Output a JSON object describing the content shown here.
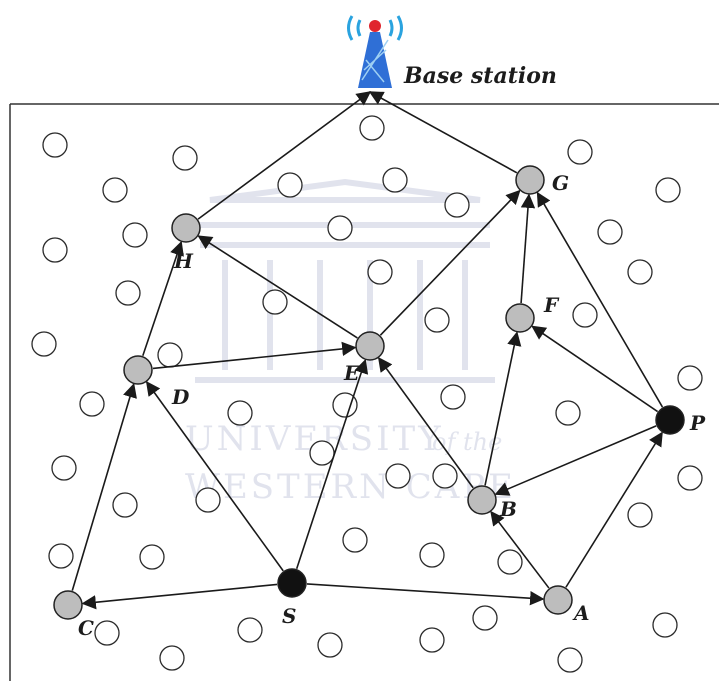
{
  "base_station": {
    "label": "Base station"
  },
  "watermark": {
    "line1": "UNIVERSITY",
    "line1_suffix": "of the",
    "line2": "WESTERN CAPE"
  },
  "nodes": [
    {
      "id": "H",
      "label": "H",
      "kind": "relay"
    },
    {
      "id": "D",
      "label": "D",
      "kind": "relay"
    },
    {
      "id": "E",
      "label": "E",
      "kind": "relay"
    },
    {
      "id": "G",
      "label": "G",
      "kind": "relay"
    },
    {
      "id": "F",
      "label": "F",
      "kind": "relay"
    },
    {
      "id": "B",
      "label": "B",
      "kind": "relay"
    },
    {
      "id": "A",
      "label": "A",
      "kind": "relay"
    },
    {
      "id": "C",
      "label": "C",
      "kind": "relay"
    },
    {
      "id": "S",
      "label": "S",
      "kind": "source"
    },
    {
      "id": "P",
      "label": "P",
      "kind": "source"
    }
  ],
  "edges": [
    [
      "S",
      "C"
    ],
    [
      "S",
      "A"
    ],
    [
      "S",
      "D"
    ],
    [
      "S",
      "E"
    ],
    [
      "C",
      "D"
    ],
    [
      "D",
      "H"
    ],
    [
      "D",
      "E"
    ],
    [
      "H",
      "BS"
    ],
    [
      "E",
      "H"
    ],
    [
      "E",
      "G"
    ],
    [
      "B",
      "E"
    ],
    [
      "B",
      "F"
    ],
    [
      "F",
      "G"
    ],
    [
      "G",
      "BS"
    ],
    [
      "A",
      "B"
    ],
    [
      "A",
      "P"
    ],
    [
      "P",
      "B"
    ],
    [
      "P",
      "F"
    ],
    [
      "P",
      "G"
    ]
  ],
  "colors": {
    "relay_fill": "#bdbdbd",
    "source_fill": "#111111",
    "idle_stroke": "#2a2a2a",
    "arrow": "#1a1a1a",
    "tower": "#2f6fd6",
    "signal": "#2aa3df",
    "tower_tip": "#e0252e",
    "watermark": "#c9cde0"
  }
}
